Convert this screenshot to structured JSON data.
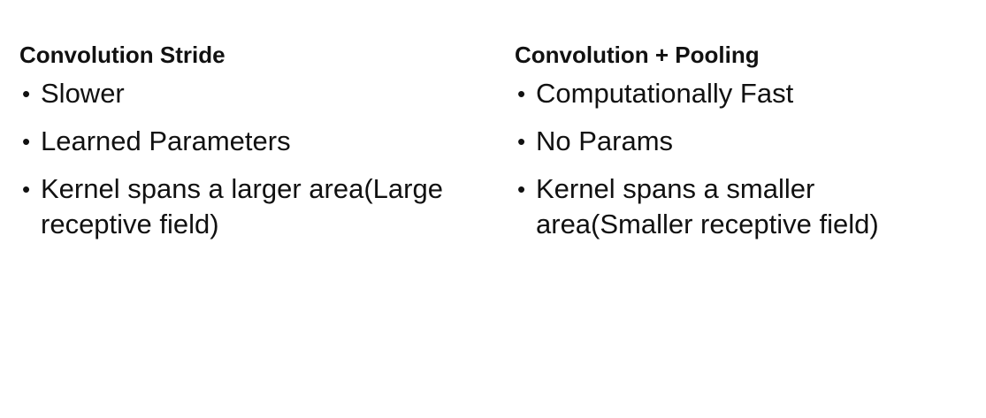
{
  "left_column": {
    "heading": "Convolution Stride",
    "bullets": [
      "Slower",
      "Learned Parameters",
      "Kernel spans a larger area(Large receptive field)"
    ]
  },
  "right_column": {
    "heading": "Convolution + Pooling",
    "bullets": [
      "Computationally Fast",
      "No Params",
      "Kernel spans a smaller area(Smaller receptive field)"
    ]
  },
  "bullet_glyph": "•"
}
